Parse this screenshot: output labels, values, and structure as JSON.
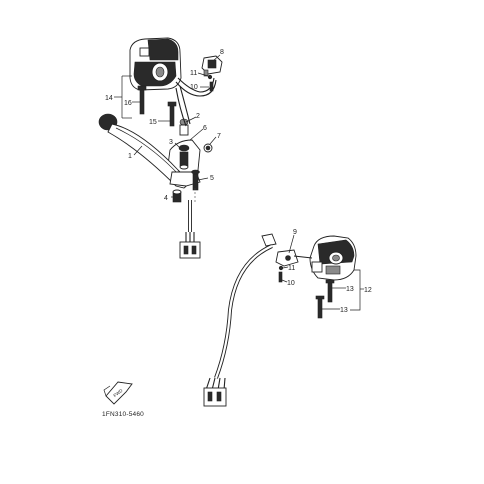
{
  "diagram": {
    "drawing_code": "1FN310-5460",
    "callouts": {
      "c1": "1",
      "c2": "2",
      "c3": "3",
      "c4": "4",
      "c5": "5",
      "c6": "6",
      "c7": "7",
      "c8": "8",
      "c9": "9",
      "c10a": "10",
      "c10b": "10",
      "c11a": "11",
      "c11b": "11",
      "c12": "12",
      "c13a": "13",
      "c13b": "13",
      "c14": "14",
      "c15": "15",
      "c16": "16"
    },
    "front_arrow_label": "FWD"
  }
}
